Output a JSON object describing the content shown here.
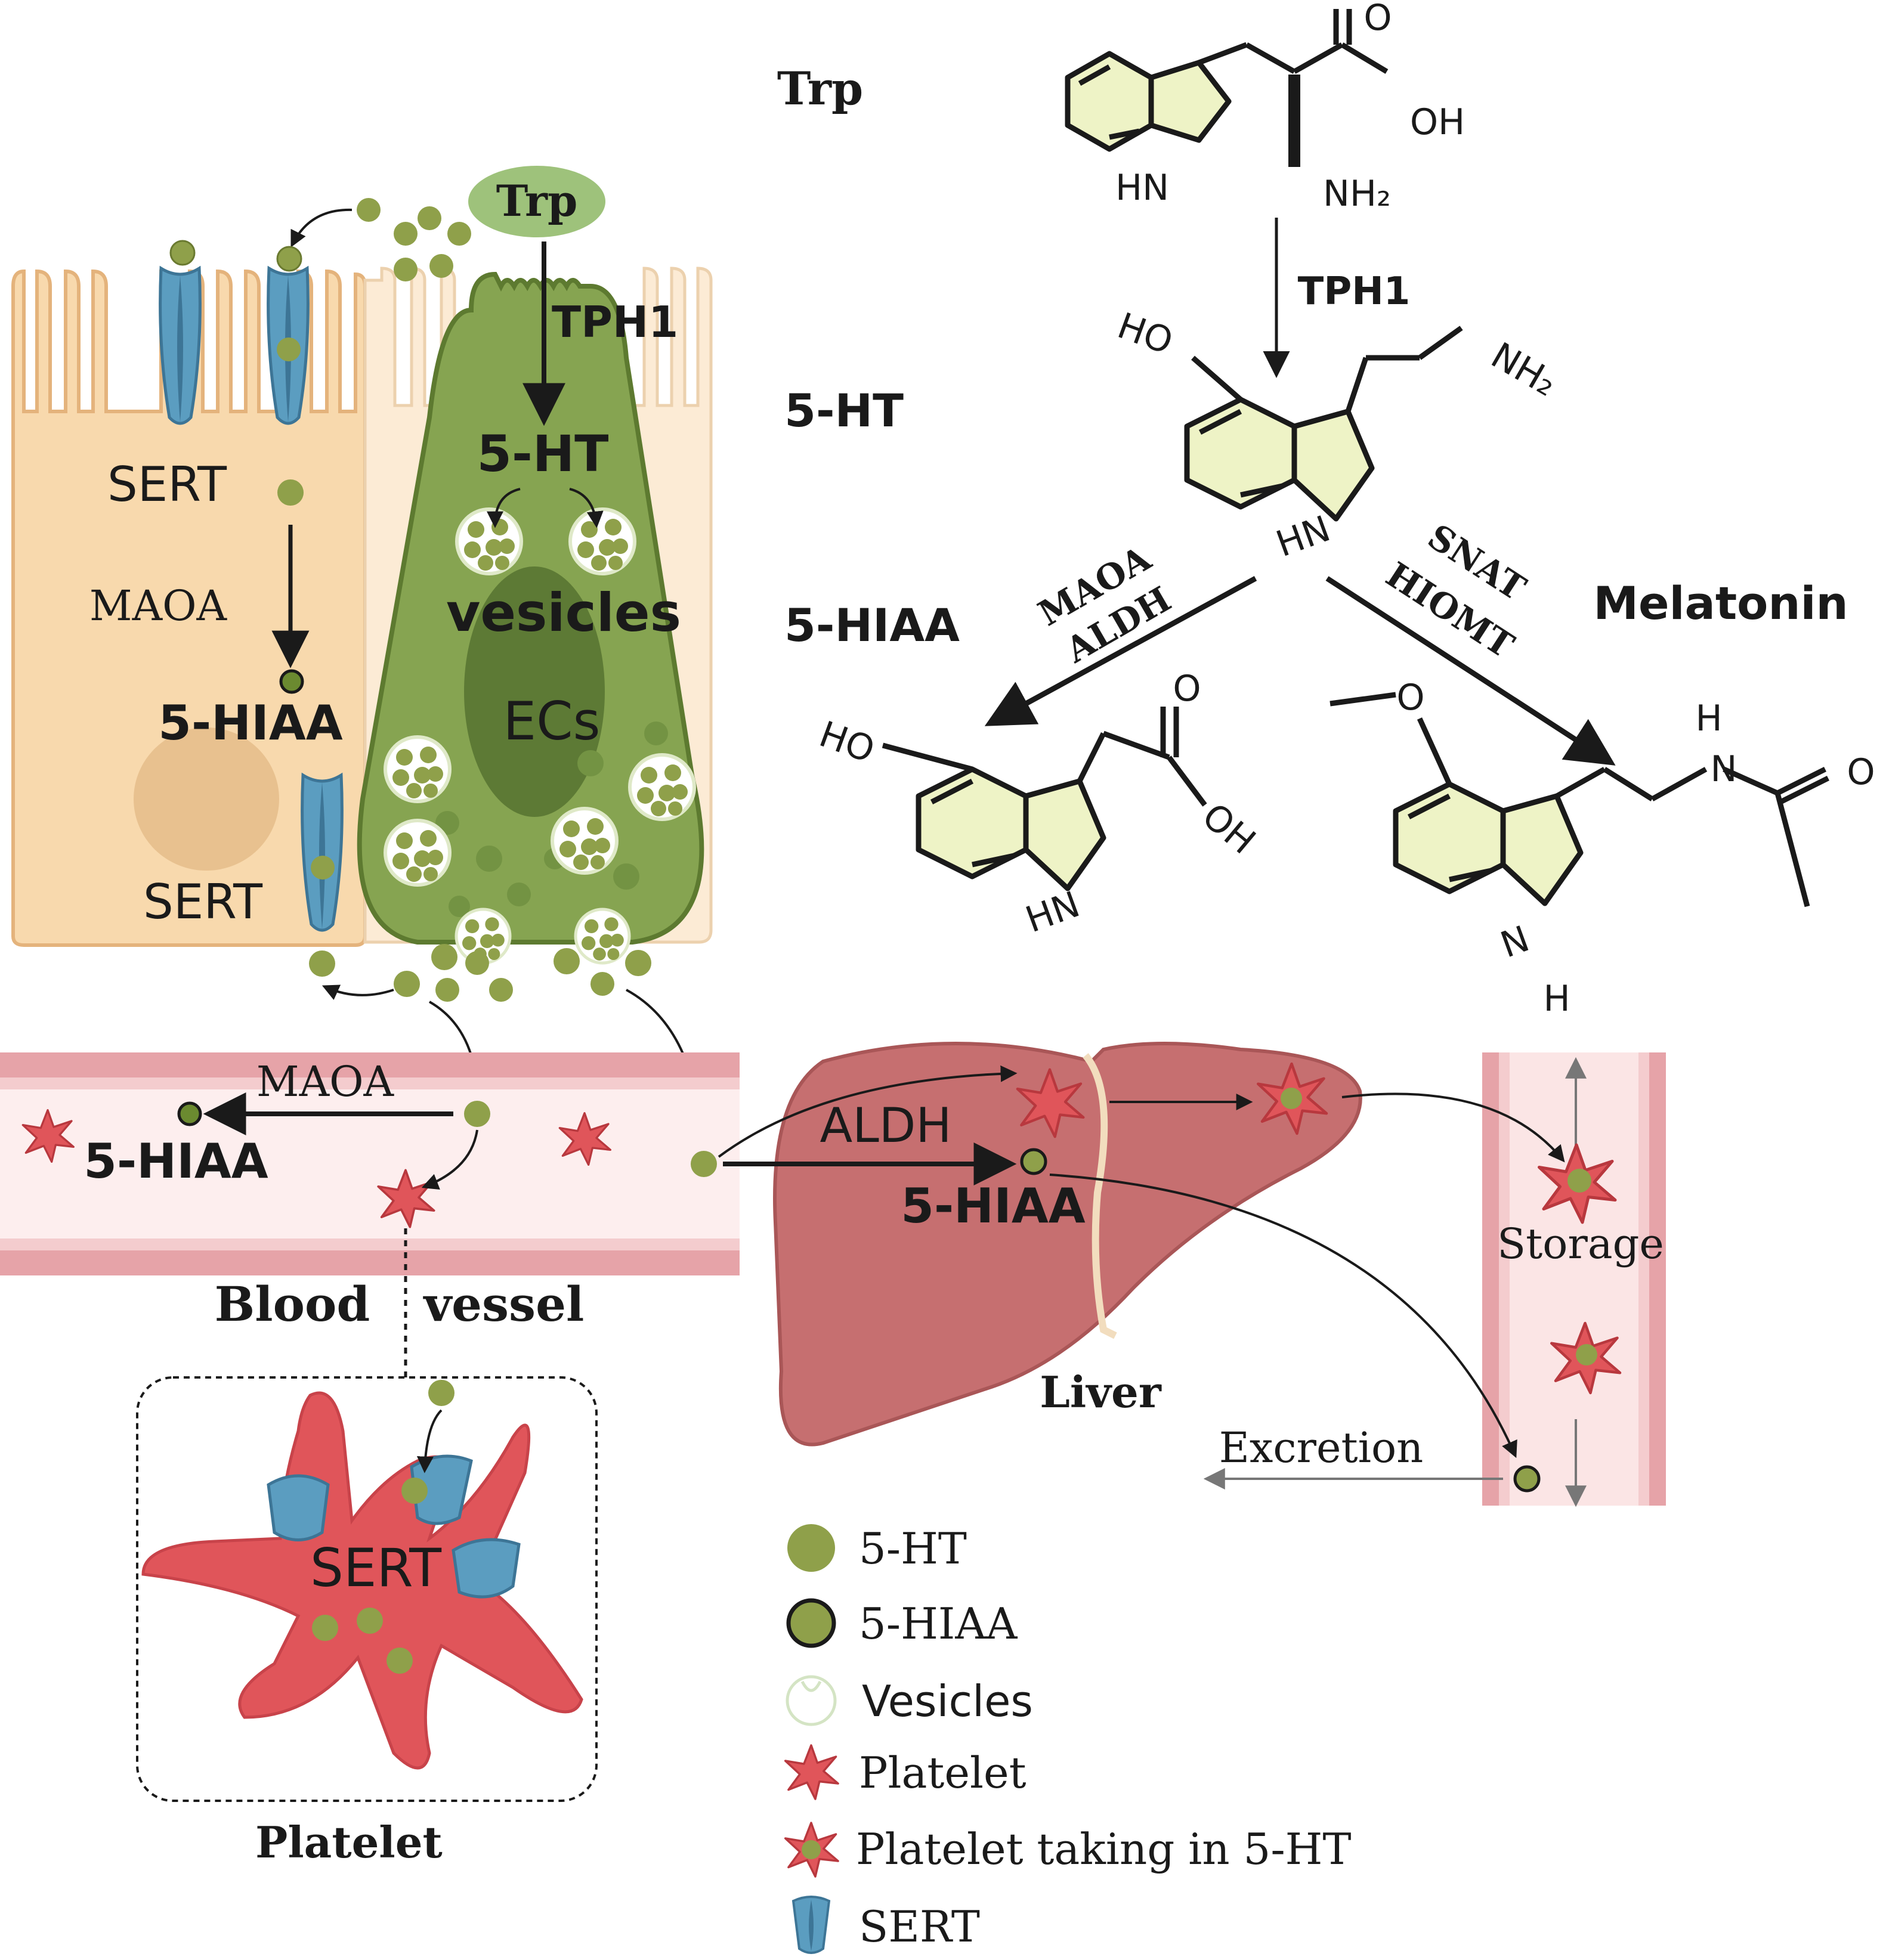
{
  "intestine": {
    "trp_label": "Trp",
    "tph1_label": "TPH1",
    "serotonin_label": "5-HT",
    "vesicles_label": "vesicles",
    "ecs_label": "ECs",
    "sert_top_label": "SERT",
    "maoa_label": "MAOA",
    "hiaa_label": "5-HIAA",
    "sert_bottom_label": "SERT"
  },
  "vessel": {
    "maoa_label": "MAOA",
    "hiaa_label": "5-HIAA",
    "blood_label": "Blood",
    "vessel_label": "vessel"
  },
  "liver": {
    "aldh_label": "ALDH",
    "hiaa_label": "5-HIAA",
    "liver_label": "Liver",
    "storage_label": "Storage",
    "excretion_label": "Excretion"
  },
  "platelet_inset": {
    "sert_label": "SERT",
    "caption": "Platelet"
  },
  "pathway": {
    "trp_name": "Trp",
    "tph1": "TPH1",
    "serotonin_name": "5-HT",
    "hiaa_name": "5-HIAA",
    "melatonin_name": "Melatonin",
    "maoa": "MAOA",
    "aldh": "ALDH",
    "snat": "SNAT",
    "hiomt": "HIOMT",
    "atoms": {
      "trp_oh": "OH",
      "trp_o": "O",
      "trp_nh2": "NH₂",
      "trp_hn": "HN",
      "ser_ho": "HO",
      "ser_nh2": "NH₂",
      "ser_hn": "HN",
      "hiaa_ho": "HO",
      "hiaa_o": "O",
      "hiaa_oh": "OH",
      "hiaa_hn": "HN",
      "mel_o": "O",
      "mel_h1": "H",
      "mel_n1": "N",
      "mel_o2": "O",
      "mel_n2": "N",
      "mel_h2": "H"
    }
  },
  "legend": {
    "items": [
      {
        "label": "5-HT",
        "icon": "serotonin-dot-icon"
      },
      {
        "label": "5-HIAA",
        "icon": "hiaa-dot-icon"
      },
      {
        "label": "Vesicles",
        "icon": "vesicle-icon"
      },
      {
        "label": "Platelet",
        "icon": "platelet-icon"
      },
      {
        "label": "Platelet taking in 5-HT",
        "icon": "platelet-with-serotonin-icon"
      },
      {
        "label": "SERT",
        "icon": "sert-transporter-icon"
      }
    ]
  },
  "colors": {
    "serotonin": "#8fa04a",
    "ec_cell": "#86a451",
    "enterocyte": "#f8d9ad",
    "platelet": "#e0555a",
    "sert": "#5b9dc0",
    "vessel_wall": "#e6a3a8",
    "liver": "#c66f70",
    "ring_fill": "#eef3c6"
  }
}
